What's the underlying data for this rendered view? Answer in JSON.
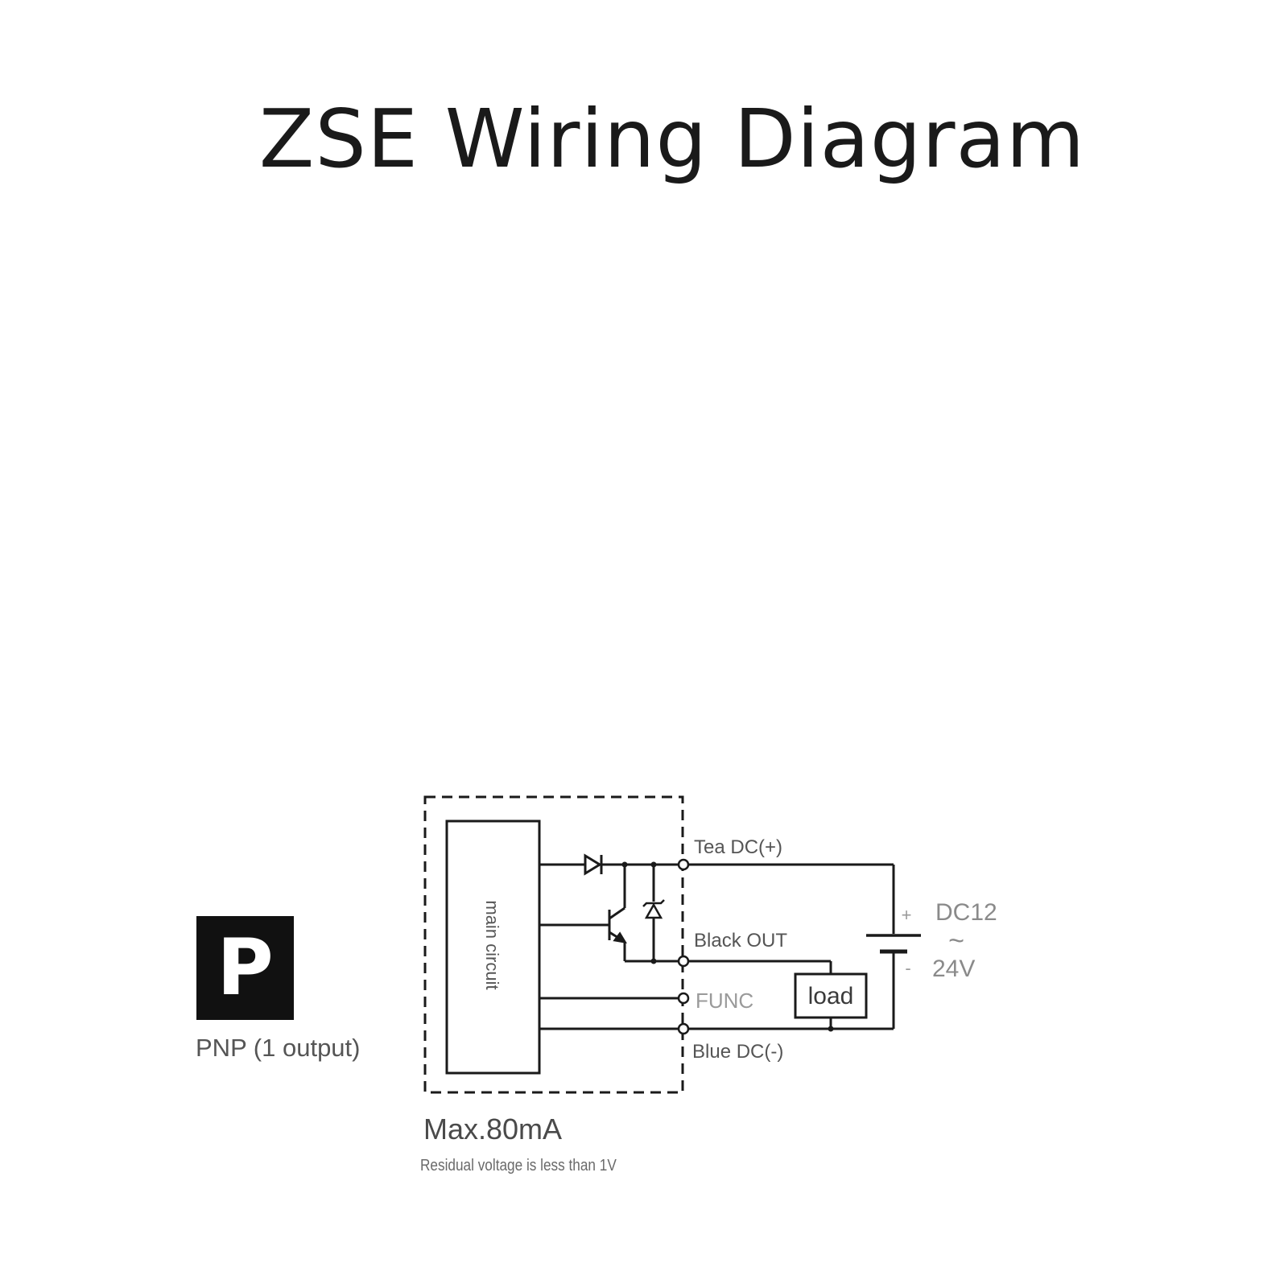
{
  "title": "ZSE Wiring Diagram",
  "badge": {
    "letter": "P",
    "caption": "PNP (1 output)"
  },
  "circuit": {
    "main_circuit_label": "main circuit",
    "terminals": {
      "positive": "Tea DC(+)",
      "output": "Black OUT",
      "func": "FUNC",
      "negative": "Blue DC(-)"
    },
    "load_label": "load",
    "supply": {
      "plus": "+",
      "minus": "-",
      "voltage_top": "DC12",
      "tilde": "~",
      "voltage_bottom": "24V"
    }
  },
  "notes": {
    "max_current": "Max.80mA",
    "residual": "Residual voltage is less than 1V"
  },
  "colors": {
    "line": "#1a1a1a",
    "text": "#4a4a4a",
    "badge_bg": "#111111"
  }
}
